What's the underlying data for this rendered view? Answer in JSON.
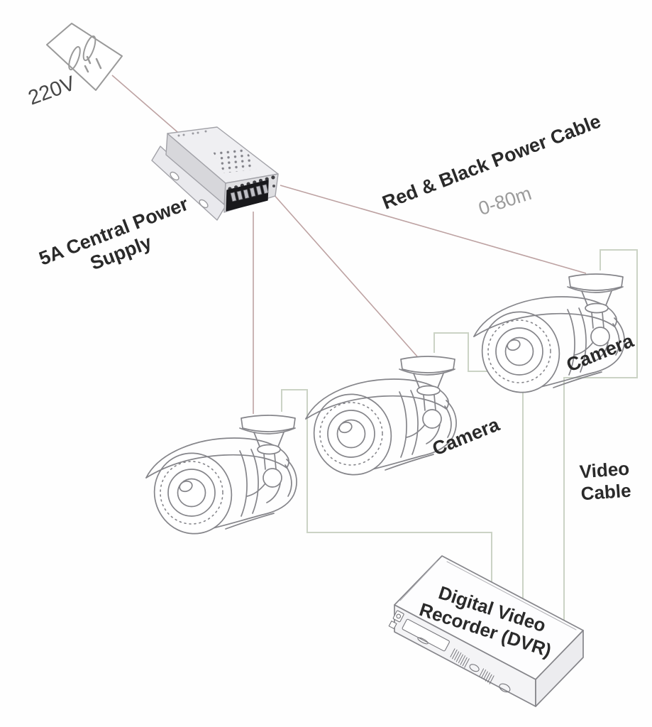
{
  "labels": {
    "outlet_voltage": "220V",
    "psu_line1": "5A Central Power",
    "psu_line2": "Supply",
    "power_cable": "Red & Black Power Cable",
    "power_cable_range": "0-80m",
    "camera_top": "Camera",
    "camera_middle": "Camera",
    "video_cable_line1": "Video",
    "video_cable_line2": "Cable",
    "dvr_line1": "Digital Video",
    "dvr_line2": "Recorder (DVR)"
  },
  "colors": {
    "power_cable": "#bda2a2",
    "video_cable": "#cbd3c5",
    "line_art": "#85858a",
    "text": "#2a2a2a",
    "muted_text": "#9b9b9b"
  },
  "components": [
    {
      "id": "wall-outlet",
      "label": "220V"
    },
    {
      "id": "power-supply",
      "label": "5A Central Power Supply"
    },
    {
      "id": "camera-bottom-left",
      "label": ""
    },
    {
      "id": "camera-middle",
      "label": "Camera"
    },
    {
      "id": "camera-top-right",
      "label": "Camera"
    },
    {
      "id": "dvr",
      "label": "Digital Video Recorder (DVR)"
    }
  ],
  "connections": [
    {
      "from": "wall-outlet",
      "to": "power-supply",
      "type": "power"
    },
    {
      "from": "power-supply",
      "to": "camera-bottom-left",
      "type": "power",
      "cable": "Red & Black Power Cable",
      "range": "0-80m"
    },
    {
      "from": "power-supply",
      "to": "camera-middle",
      "type": "power",
      "cable": "Red & Black Power Cable",
      "range": "0-80m"
    },
    {
      "from": "power-supply",
      "to": "camera-top-right",
      "type": "power",
      "cable": "Red & Black Power Cable",
      "range": "0-80m"
    },
    {
      "from": "camera-bottom-left",
      "to": "dvr",
      "type": "video",
      "cable": "Video Cable"
    },
    {
      "from": "camera-middle",
      "to": "dvr",
      "type": "video",
      "cable": "Video Cable"
    },
    {
      "from": "camera-top-right",
      "to": "dvr",
      "type": "video",
      "cable": "Video Cable"
    }
  ]
}
